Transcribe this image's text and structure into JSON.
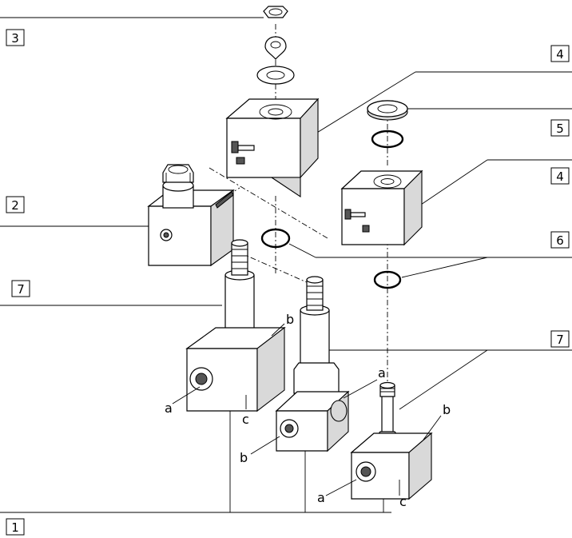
{
  "diagram": {
    "callouts": [
      "1",
      "2",
      "3",
      "4",
      "4",
      "5",
      "6",
      "7",
      "7"
    ],
    "port_letters": [
      "a",
      "b",
      "c",
      "a",
      "b",
      "a",
      "b",
      "c"
    ]
  }
}
